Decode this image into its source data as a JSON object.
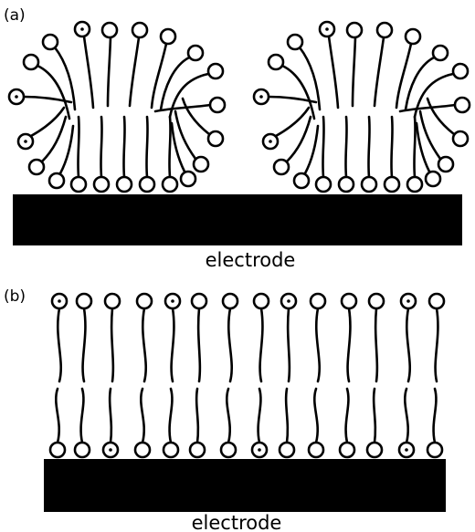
{
  "panel_a": {
    "label": "(a)",
    "electrode_caption": "electrode",
    "structure": "hemimicelle"
  },
  "panel_b": {
    "label": "(b)",
    "electrode_caption": "electrode",
    "structure": "bilayer"
  },
  "colors": {
    "ink": "#000000",
    "background": "#ffffff"
  }
}
